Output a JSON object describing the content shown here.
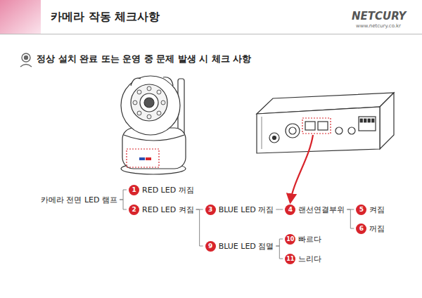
{
  "diagram": {
    "title": "카메라 작동 체크사항",
    "nodes": [
      {
        "text": [
          "카메라 전면 LED 램프"
        ]
      },
      {
        "text": [
          "1",
          "RED LED 꺼짐"
        ]
      },
      {
        "text": [
          "2",
          "RED LED 켜짐"
        ]
      },
      {
        "text": [
          "3",
          "BLUE LED 꺼짐"
        ]
      },
      {
        "text": [
          "4",
          "랜선연결부위"
        ]
      },
      {
        "text": [
          "5",
          "켜짐"
        ]
      },
      {
        "text": [
          "6",
          "꺼짐"
        ]
      },
      {
        "text": [
          "9",
          "BLUE LED 점멸"
        ]
      },
      {
        "text": [
          "10",
          "빠르다"
        ]
      },
      {
        "text": [
          "11",
          "느리다"
        ]
      }
    ],
    "edges": [
      {
        "from": 0,
        "to": 1,
        "arrow": "none"
      },
      {
        "from": 0,
        "to": 2,
        "arrow": "none"
      },
      {
        "from": 2,
        "to": 3,
        "arrow": "none"
      },
      {
        "from": 2,
        "to": 7,
        "arrow": "none"
      },
      {
        "from": 3,
        "to": 4,
        "arrow": "none"
      },
      {
        "from": 4,
        "to": 5,
        "arrow": "none"
      },
      {
        "from": 4,
        "to": 6,
        "arrow": "none"
      },
      {
        "from": 7,
        "to": 8,
        "arrow": "none"
      },
      {
        "from": 7,
        "to": 9,
        "arrow": "none"
      }
    ],
    "labels": [
      "정상 설치 완료 또는 운영 중 문제 발생 시 체크 사항",
      "NETCURY",
      "www.netcury.co.kr"
    ]
  }
}
